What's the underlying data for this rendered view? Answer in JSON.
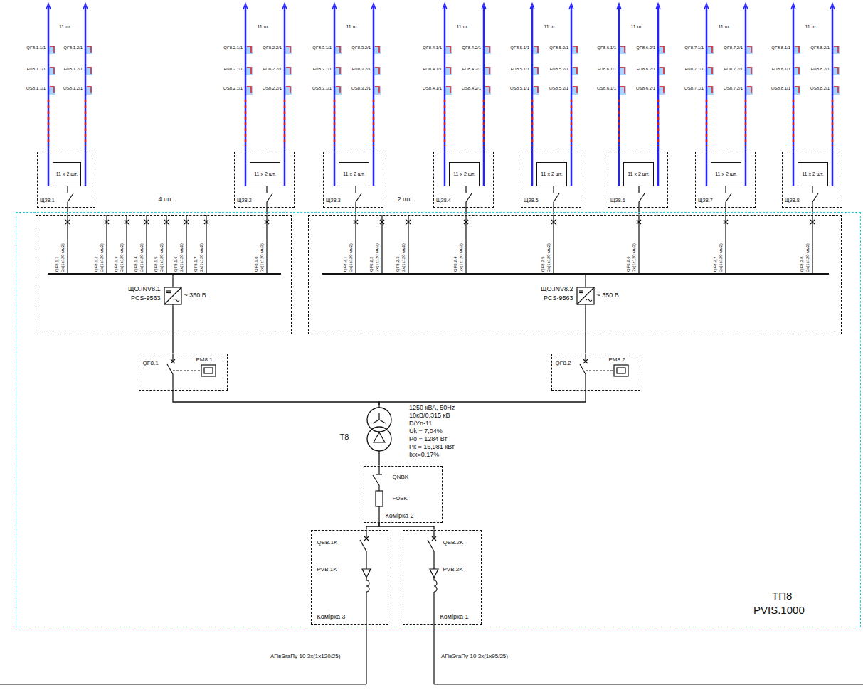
{
  "diagram": {
    "nodes": [
      {
        "text": [
          "11 x 2 шт."
        ]
      },
      {
        "text": [
          "11 x 2 шт."
        ]
      },
      {
        "text": [
          "11 x 2 шт."
        ]
      },
      {
        "text": [
          "11 x 2 шт."
        ]
      },
      {
        "text": [
          "11 x 2 шт."
        ]
      },
      {
        "text": [
          "11 x 2 шт."
        ]
      },
      {
        "text": [
          "11 x 2 шт."
        ]
      },
      {
        "text": [
          "11 x 2 шт."
        ]
      },
      {
        "text": [
          "ТП8",
          "PVIS.1000"
        ]
      },
      {
        "text": [
          "4 шт."
        ],
        "in": 8
      },
      {
        "text": [
          "2 шт."
        ],
        "in": 8
      },
      {
        "text": [
          "ЩО.INV8.1",
          "PCS-9563",
          "~ 350 В"
        ],
        "in": 9
      },
      {
        "text": [
          "ЩО.INV8.2",
          "PCS-9563",
          "~ 350 В"
        ],
        "in": 10
      },
      {
        "text": [
          "QF8.1",
          "PM8.1"
        ],
        "in": 8
      },
      {
        "text": [
          "QF8.2",
          "PM8.2"
        ],
        "in": 8
      },
      {
        "text": [
          "Т8"
        ],
        "in": 8
      },
      {
        "text": [
          "QNBK",
          "FUBK",
          "Комірка 2"
        ],
        "in": 8
      },
      {
        "text": [
          "QSB.1K",
          "PVB.1K",
          "Комірка 3"
        ],
        "in": 8
      },
      {
        "text": [
          "QSB.2K",
          "PVB.2K",
          "Комірка 1"
        ],
        "in": 8
      }
    ],
    "edges": [
      {
        "from": 0,
        "to": 9,
        "arrow": "none"
      },
      {
        "from": 1,
        "to": 9,
        "arrow": "none"
      },
      {
        "from": 2,
        "to": 10,
        "arrow": "none"
      },
      {
        "from": 3,
        "to": 10,
        "arrow": "none"
      },
      {
        "from": 4,
        "to": 10,
        "arrow": "none"
      },
      {
        "from": 5,
        "to": 10,
        "arrow": "none"
      },
      {
        "from": 6,
        "to": 10,
        "arrow": "none"
      },
      {
        "from": 7,
        "to": 10,
        "arrow": "none"
      },
      {
        "from": 11,
        "to": 13,
        "arrow": "none"
      },
      {
        "from": 12,
        "to": 14,
        "arrow": "none"
      },
      {
        "from": 13,
        "to": 15,
        "arrow": "none"
      },
      {
        "from": 14,
        "to": 15,
        "arrow": "none"
      },
      {
        "from": 15,
        "to": 16,
        "arrow": "none"
      },
      {
        "from": 16,
        "to": 17,
        "arrow": "none"
      },
      {
        "from": 16,
        "to": 18,
        "arrow": "none"
      }
    ],
    "labels": [
      "11 ш.",
      "QF8.1.1/1",
      "FU8.1.1/1",
      "QS8.1.1/1",
      "QF8.1.2/1",
      "FU8.1.2/1",
      "QS8.1.2/1",
      "ЩЗ8.1",
      "11 ш.",
      "QF8.2.1/1",
      "FU8.2.1/1",
      "QS8.2.1/1",
      "QF8.2.2/1",
      "FU8.2.2/1",
      "QS8.2.2/1",
      "ЩЗ8.2",
      "11 ш.",
      "QF8.3.1/1",
      "FU8.3.1/1",
      "QS8.3.1/1",
      "QF8.3.2/1",
      "FU8.3.2/1",
      "QS8.3.2/1",
      "ЩЗ8.3",
      "11 ш.",
      "QF8.4.1/1",
      "FU8.4.1/1",
      "QS8.4.1/1",
      "QF8.4.2/1",
      "FU8.4.2/1",
      "QS8.4.2/1",
      "ЩЗ8.4",
      "11 ш.",
      "QF8.5.1/1",
      "FU8.5.1/1",
      "QS8.5.1/1",
      "QF8.5.2/1",
      "FU8.5.2/1",
      "QS8.5.2/1",
      "ЩЗ8.5",
      "11 ш.",
      "QF8.6.1/1",
      "FU8.6.1/1",
      "QS8.6.1/1",
      "QF8.6.2/1",
      "FU8.6.2/1",
      "QS8.6.2/1",
      "ЩЗ8.6",
      "11 ш.",
      "QF8.7.1/1",
      "FU8.7.1/1",
      "QS8.7.1/1",
      "QF8.7.2/1",
      "FU8.7.2/1",
      "QS8.7.2/1",
      "ЩЗ8.7",
      "11 ш.",
      "QF8.8.1/1",
      "FU8.8.1/1",
      "QS8.8.1/1",
      "QF8.8.2/1",
      "FU8.8.2/1",
      "QS8.8.2/1",
      "ЩЗ8.8",
      "QF8.1.1",
      "2x(1x120 мм2)",
      "QF8.1.2",
      "2x(1x120 мм2)",
      "QF8.1.3",
      "2x(1x120 мм2)",
      "QF8.1.4",
      "2x(1x120 мм2)",
      "QF8.1.5",
      "2x(1x120 мм2)",
      "QF8.1.6",
      "2x(1x120 мм2)",
      "QF8.1.7",
      "2x(1x120 мм2)",
      "QF8.1.8",
      "2x(1x120 мм2)",
      "QF8.2.1",
      "2x(1x120 мм2)",
      "QF8.2.2",
      "2x(1x120 мм2)",
      "QF8.2.3",
      "2x(1x120 мм2)",
      "QF8.2.4",
      "2x(1x120 мм2)",
      "QF8.2.5",
      "2x(1x120 мм2)",
      "QF8.2.6",
      "2x(1x120 мм2)",
      "QF8.2.7",
      "2x(1x120 мм2)",
      "QF8.2.8",
      "2x(1x120 мм2)",
      "1250 кВА, 50Hz",
      "10кВ/0,315 кВ",
      "D/Yn-11",
      "Uk = 7,04%",
      "Po = 1284 Вт",
      "Pк = 16,981 кВт",
      "Iхх=0.17%",
      "АПвЭгаПу-10 3x(1x120/25)",
      "АПвЭгаПу-10 3x(1x95/25)"
    ]
  }
}
